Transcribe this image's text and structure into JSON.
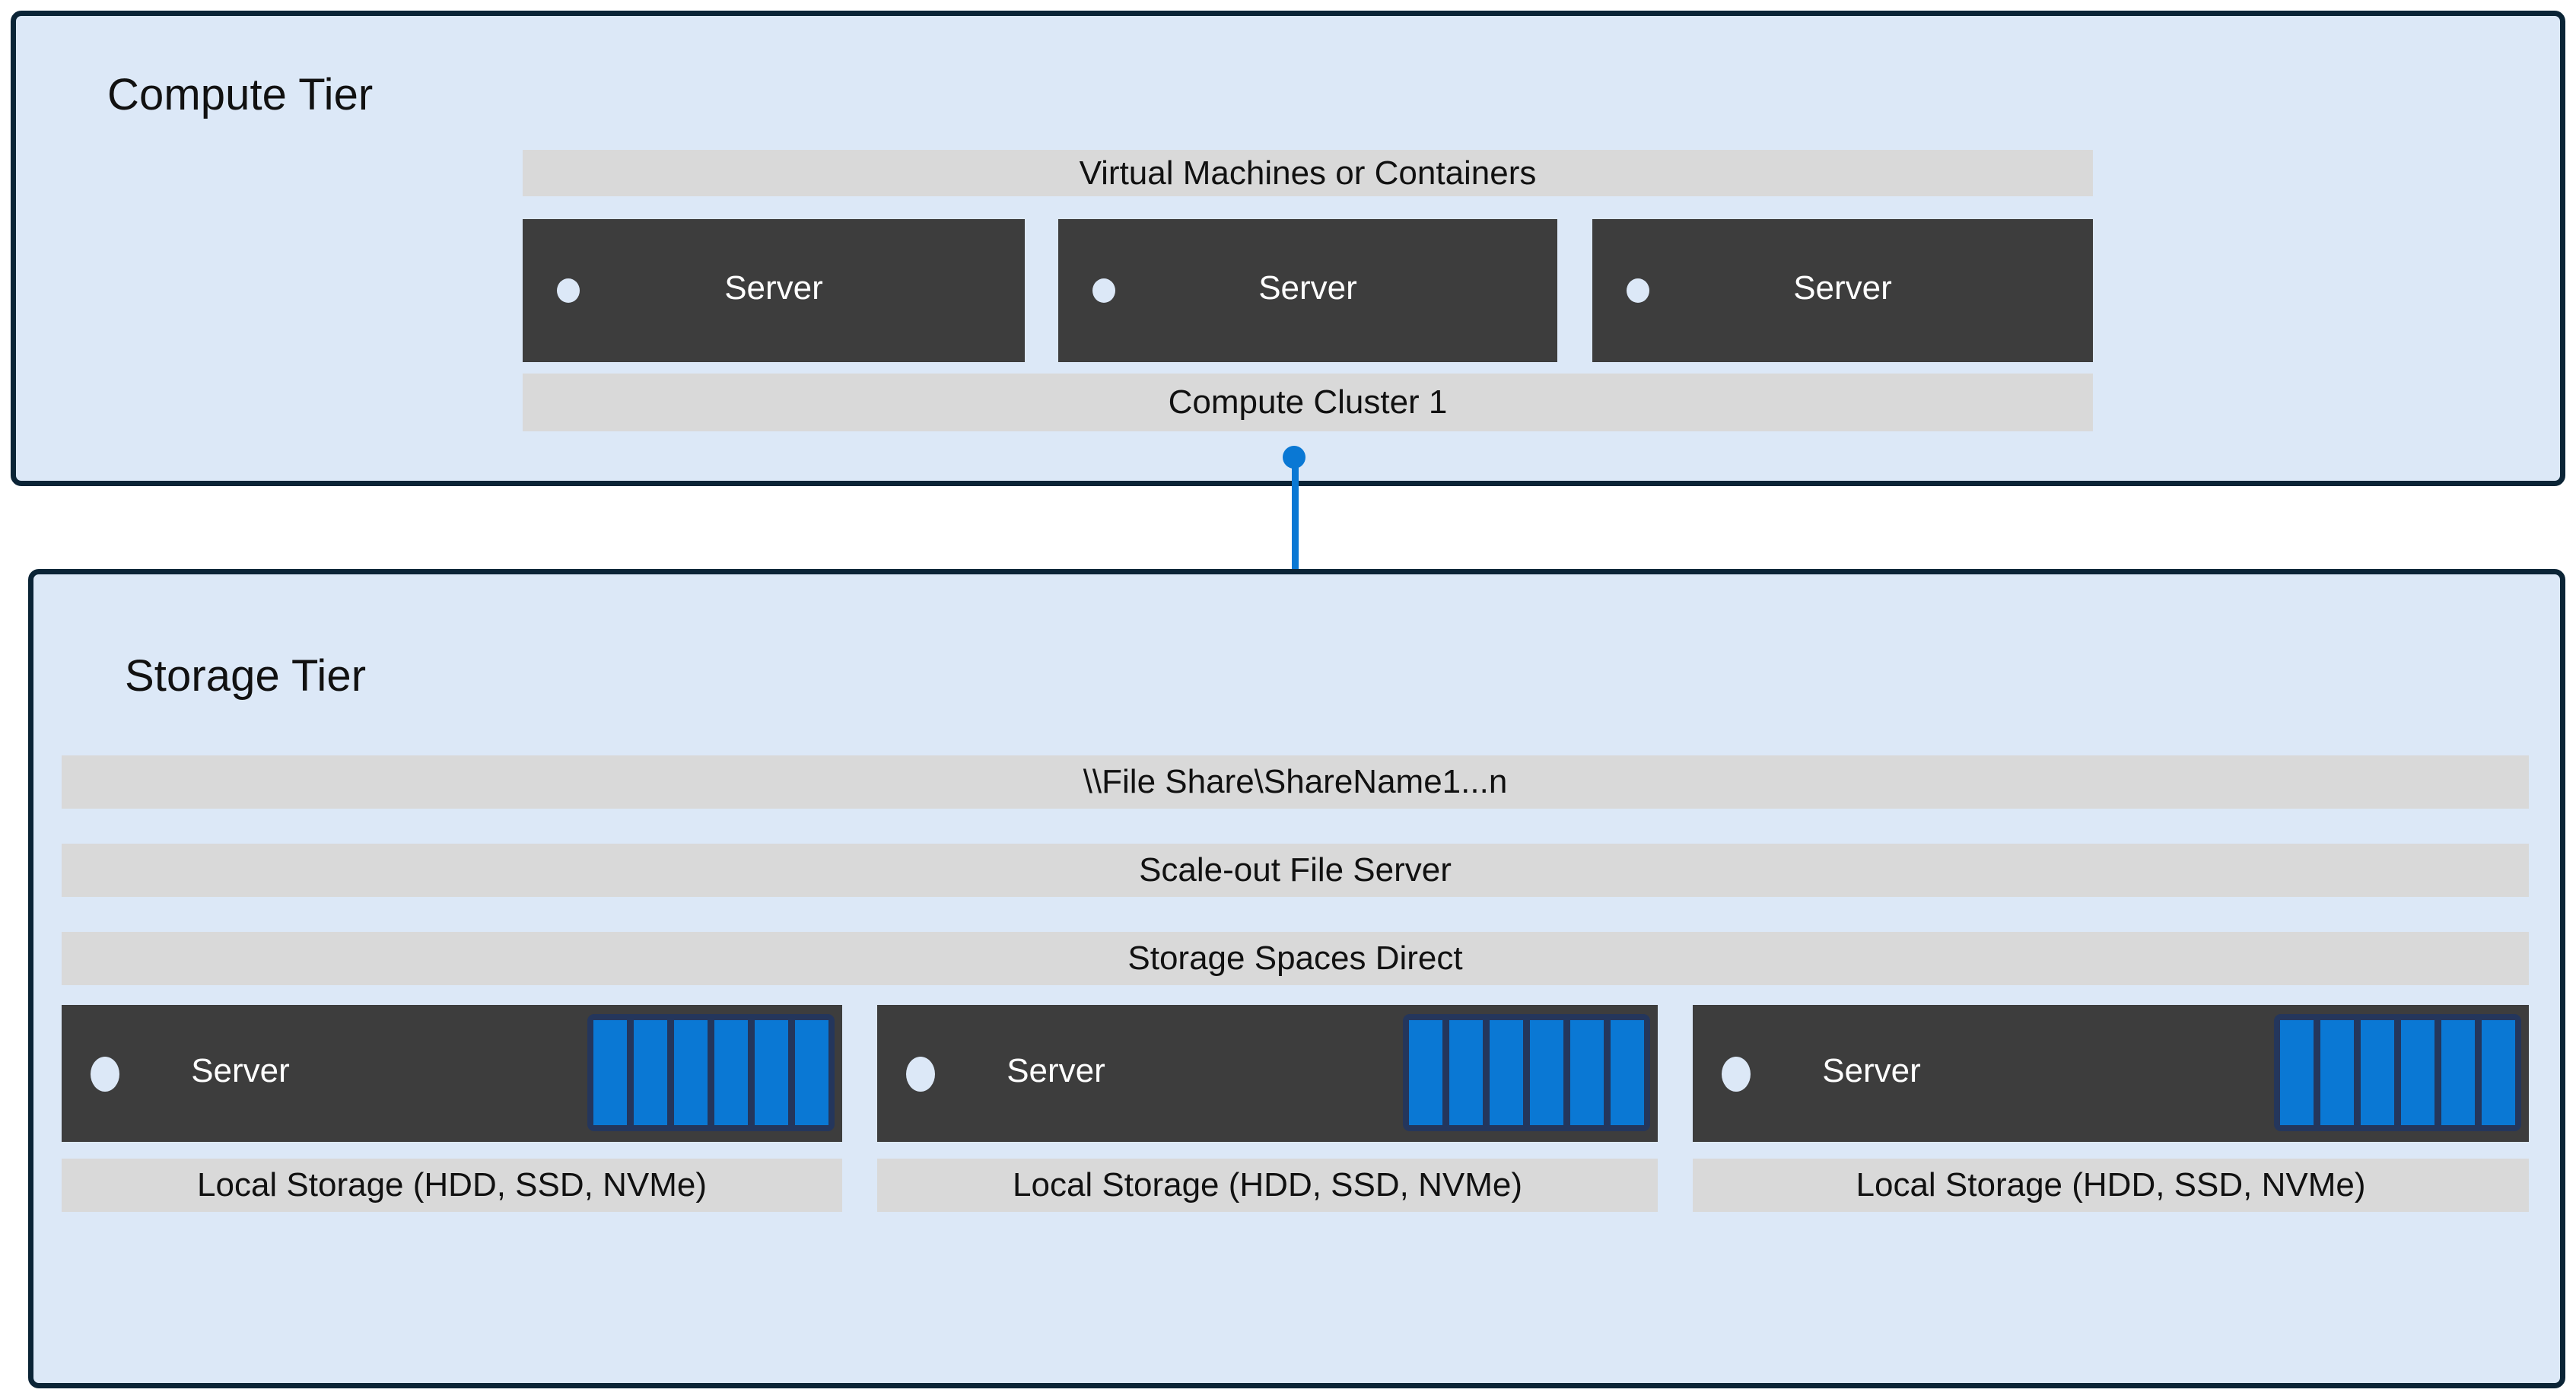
{
  "diagram": {
    "title": "Compute Tier and Storage Tier architecture",
    "colors": {
      "tier_background": "#dce8f7",
      "tier_border": "#0b2436",
      "bar_background": "#d9d9d9",
      "server_chassis": "#3d3d3d",
      "accent_blue": "#0a78d4",
      "disk_tray": "#24365c",
      "led": "#dce8f7",
      "text_dark": "#111111",
      "text_light": "#ffffff"
    }
  },
  "compute_tier": {
    "title": "Compute Tier",
    "top_bar_label": "Virtual Machines or Containers",
    "bottom_bar_label": "Compute Cluster 1",
    "servers": [
      {
        "label": "Server",
        "led": "status-led"
      },
      {
        "label": "Server",
        "led": "status-led"
      },
      {
        "label": "Server",
        "led": "status-led"
      }
    ]
  },
  "connector": {
    "icon": "connector-line",
    "endpoint_top": "connector-endpoint-dot",
    "endpoint_bottom": "connector-endpoint-dot",
    "color": "#0a78d4"
  },
  "folder": {
    "icon": "folder-icon",
    "color": "#0a78d4"
  },
  "storage_tier": {
    "title": "Storage Tier",
    "stack_bars": [
      "\\\\File Share\\ShareName1...n",
      "Scale-out File Server",
      "Storage Spaces Direct"
    ],
    "nodes": [
      {
        "label": "Server",
        "led": "status-led",
        "local_storage_label": "Local Storage (HDD, SSD, NVMe)",
        "disk_count": 6
      },
      {
        "label": "Server",
        "led": "status-led",
        "local_storage_label": "Local Storage (HDD, SSD, NVMe)",
        "disk_count": 6
      },
      {
        "label": "Server",
        "led": "status-led",
        "local_storage_label": "Local Storage (HDD, SSD, NVMe)",
        "disk_count": 6
      }
    ]
  }
}
